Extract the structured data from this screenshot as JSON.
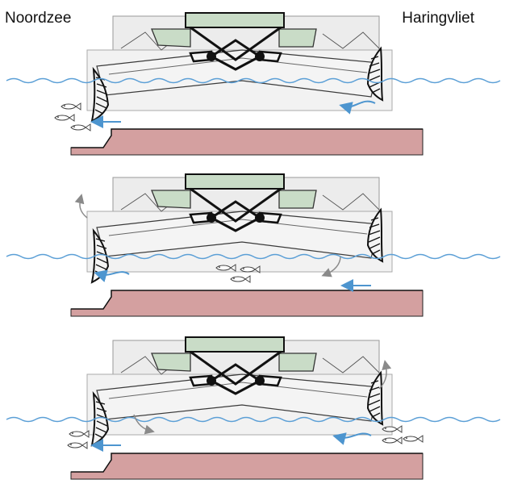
{
  "labels": {
    "left": "Noordzee",
    "right": "Haringvliet"
  },
  "colors": {
    "water": "#5b9fd6",
    "seabed": "#d4a0a0",
    "gate_fill": "#f0f2ef",
    "gate_stroke": "#3a3a3a",
    "tower_fill": "#c9dcc7",
    "frame_fill": "#ececec",
    "flow_arrow": "#4d95cf",
    "gate_motion_arrow": "#8a8a8a"
  },
  "icons": [
    "fish-icon",
    "flow-arrow-icon",
    "gate-rotation-arrow-icon"
  ],
  "panels": [
    {
      "id": "panel-1",
      "flow": [
        "right-to-left"
      ],
      "fish": "left",
      "gates_lifted": "right"
    },
    {
      "id": "panel-2",
      "flow": [
        "right-to-left"
      ],
      "fish": "middle",
      "gates_lifted": "left"
    },
    {
      "id": "panel-3",
      "flow": [
        "right-to-left"
      ],
      "fish": "both-sides",
      "gates_lifted": "both"
    }
  ]
}
